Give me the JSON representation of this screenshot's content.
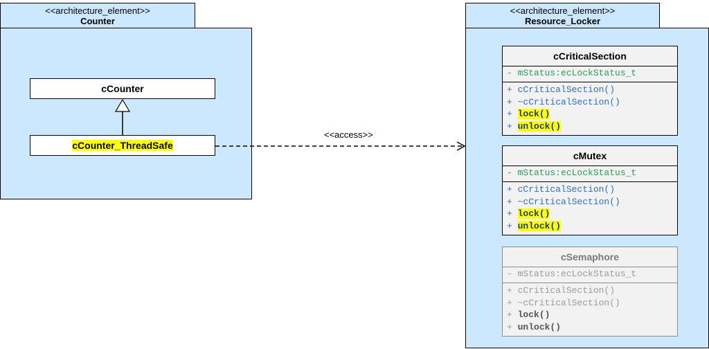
{
  "counter_package": {
    "stereotype": "<<architecture_element>>",
    "name": "Counter",
    "classes": {
      "base": "cCounter",
      "derived": "cCounter_ThreadSafe"
    }
  },
  "locker_package": {
    "stereotype": "<<architecture_element>>",
    "name": "Resource_Locker",
    "classes": [
      {
        "name": "cCriticalSection",
        "attribute": "- mStatus:ecLockStatus_t",
        "ops": [
          "+ cCriticalSection()",
          "+ ~cCriticalSection()"
        ],
        "lock": "lock()",
        "unlock": "unlock()",
        "vis": "+ "
      },
      {
        "name": "cMutex",
        "attribute": "- mStatus:ecLockStatus_t",
        "ops": [
          "+ cCriticalSection()",
          "+ ~cCriticalSection()"
        ],
        "lock": "lock()",
        "unlock": "unlock()",
        "vis": "+ "
      },
      {
        "name": "cSemaphore",
        "attribute": "- mStatus:ecLockStatus_t",
        "ops": [
          "+ cCriticalSection()",
          "+ ~cCriticalSection()"
        ],
        "lock": "lock()",
        "unlock": "unlock()",
        "vis": "+ "
      }
    ]
  },
  "dependency_label": "<<access>>"
}
